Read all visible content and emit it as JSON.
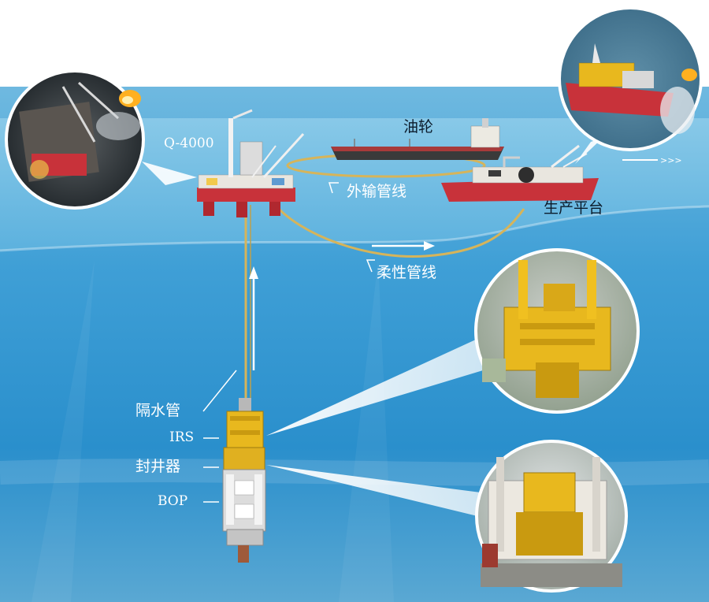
{
  "labels": {
    "rig": "Q-4000",
    "tanker": "油轮",
    "export_line": "外输管线",
    "production_platform": "生产平台",
    "flexible_line": "柔性管线",
    "riser": "隔水管",
    "irs": "IRS",
    "capping_stack": "封井器",
    "bop": "BOP"
  },
  "colors": {
    "sea_surface": "#4aa3d4",
    "deep_sea": "#1e86c8",
    "pipeline": "#d6b45a",
    "ship_hull_red": "#c8323a",
    "equipment_yellow": "#e8b81e"
  }
}
